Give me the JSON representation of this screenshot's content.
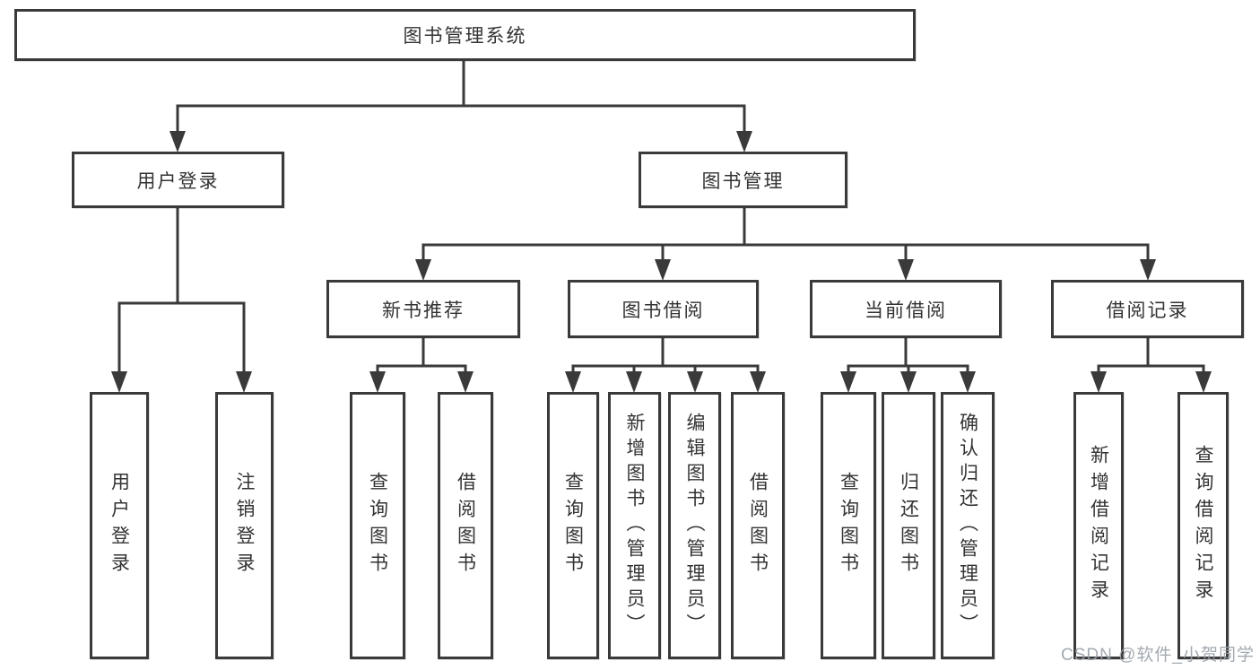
{
  "diagram": {
    "title": "图书管理系统",
    "level2": [
      "用户登录",
      "图书管理"
    ],
    "level3": [
      "新书推荐",
      "图书借阅",
      "当前借阅",
      "借阅记录"
    ],
    "leaves": {
      "user_login": [
        "用户登录",
        "注销登录"
      ],
      "new_book_recommend": [
        "查询图书",
        "借阅图书"
      ],
      "book_borrow": [
        "查询图书",
        "新增图书（管理员）",
        "编辑图书（管理员）",
        "借阅图书"
      ],
      "current_borrow": [
        "查询图书",
        "归还图书",
        "确认归还（管理员）"
      ],
      "borrow_record": [
        "新增借阅记录",
        "查询借阅记录"
      ]
    },
    "colors": {
      "line": "#3a3a3a",
      "text": "#333333",
      "background": "#ffffff",
      "watermark": "#9aa1a9"
    }
  },
  "watermark": "CSDN @软件_小贺同学"
}
